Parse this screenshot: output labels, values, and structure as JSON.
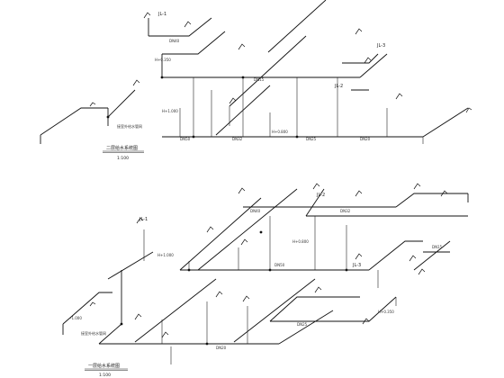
{
  "upper_plan": {
    "title": "二层给水系统图",
    "scale": "1:100",
    "riser_labels": [
      "JL-1",
      "JL-2",
      "JL-3"
    ],
    "pipe_labels": [
      "DN50",
      "DN40",
      "DN32",
      "DN25",
      "DN20",
      "DN15"
    ],
    "elevation_labels": [
      "H+1.000",
      "H+0.800",
      "H+0.350"
    ],
    "note_label": "接室外给水管网"
  },
  "lower_plan": {
    "title": "一层给水系统图",
    "scale": "1:100",
    "riser_labels": [
      "JL-1",
      "JL-2",
      "JL-3"
    ],
    "pipe_labels": [
      "DN50",
      "DN40",
      "DN32",
      "DN25",
      "DN20",
      "DN15"
    ],
    "elevation_labels": [
      "H+1.000",
      "H+0.800",
      "H+0.350",
      "-1.000"
    ],
    "note_label": "接室外给水管网"
  }
}
